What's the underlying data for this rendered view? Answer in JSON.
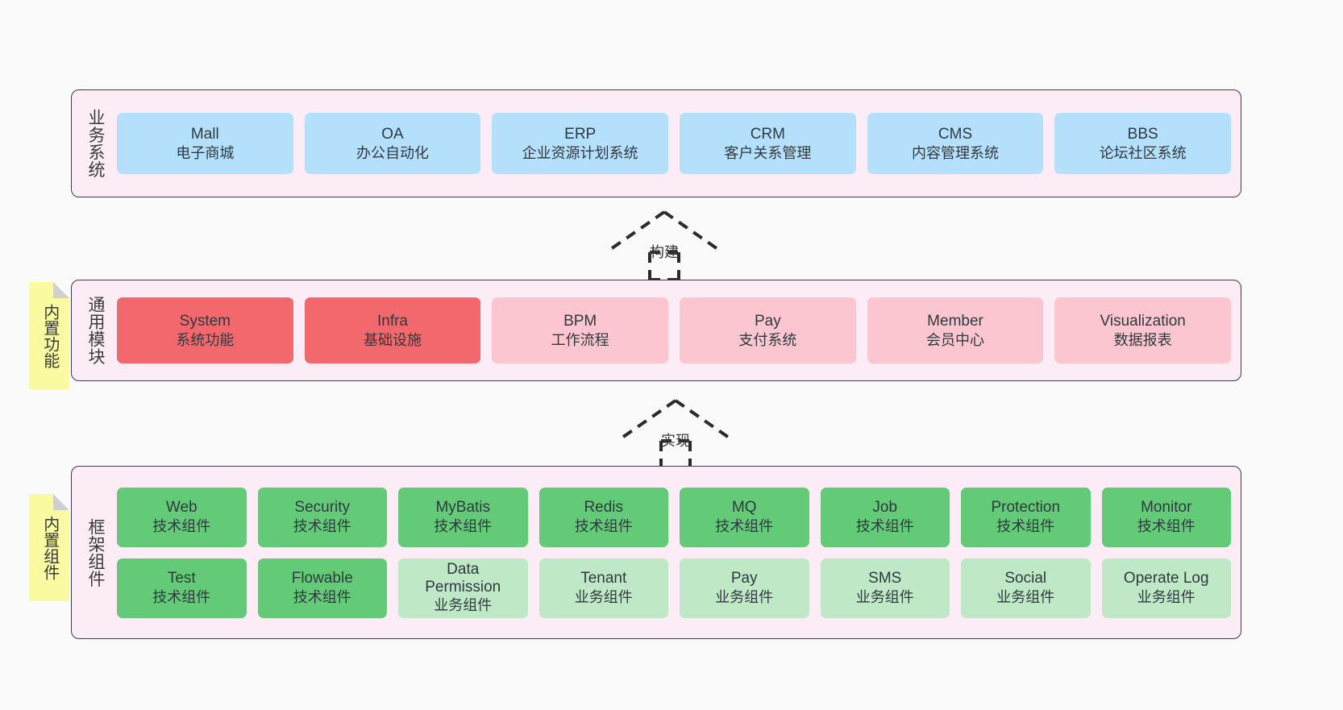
{
  "diagram": {
    "background_color": "#fafafa",
    "layer_fill": "#fbecf6",
    "layer_border": "#3b3b4a",
    "note_fill": "#fafaa0",
    "note_fold": "#cfcfcf"
  },
  "layers": [
    {
      "id": "business",
      "title": "业务系统",
      "note": null,
      "rows": [
        {
          "nodes": [
            {
              "title": "Mall",
              "sub": "电子商城",
              "color": "#b5e0fb",
              "style": "blue"
            },
            {
              "title": "OA",
              "sub": "办公自动化",
              "color": "#b5e0fb",
              "style": "blue"
            },
            {
              "title": "ERP",
              "sub": "企业资源计划系统",
              "color": "#b5e0fb",
              "style": "blue"
            },
            {
              "title": "CRM",
              "sub": "客户关系管理",
              "color": "#b5e0fb",
              "style": "blue"
            },
            {
              "title": "CMS",
              "sub": "内容管理系统",
              "color": "#b5e0fb",
              "style": "blue"
            },
            {
              "title": "BBS",
              "sub": "论坛社区系统",
              "color": "#b5e0fb",
              "style": "blue"
            }
          ]
        }
      ]
    },
    {
      "id": "common-modules",
      "title": "通用模块",
      "note": "内置功能",
      "rows": [
        {
          "nodes": [
            {
              "title": "System",
              "sub": "系统功能",
              "color": "#f2686c",
              "style": "red"
            },
            {
              "title": "Infra",
              "sub": "基础设施",
              "color": "#f2686c",
              "style": "red"
            },
            {
              "title": "BPM",
              "sub": "工作流程",
              "color": "#fbc6cf",
              "style": "pink"
            },
            {
              "title": "Pay",
              "sub": "支付系统",
              "color": "#fbc6cf",
              "style": "pink"
            },
            {
              "title": "Member",
              "sub": "会员中心",
              "color": "#fbc6cf",
              "style": "pink"
            },
            {
              "title": "Visualization",
              "sub": "数据报表",
              "color": "#fbc6cf",
              "style": "pink"
            }
          ]
        }
      ]
    },
    {
      "id": "framework-components",
      "title": "框架组件",
      "note": "内置组件",
      "rows": [
        {
          "nodes": [
            {
              "title": "Web",
              "sub": "技术组件",
              "color": "#63cb78",
              "style": "green"
            },
            {
              "title": "Security",
              "sub": "技术组件",
              "color": "#63cb78",
              "style": "green"
            },
            {
              "title": "MyBatis",
              "sub": "技术组件",
              "color": "#63cb78",
              "style": "green"
            },
            {
              "title": "Redis",
              "sub": "技术组件",
              "color": "#63cb78",
              "style": "green"
            },
            {
              "title": "MQ",
              "sub": "技术组件",
              "color": "#63cb78",
              "style": "green"
            },
            {
              "title": "Job",
              "sub": "技术组件",
              "color": "#63cb78",
              "style": "green"
            },
            {
              "title": "Protection",
              "sub": "技术组件",
              "color": "#63cb78",
              "style": "green"
            },
            {
              "title": "Monitor",
              "sub": "技术组件",
              "color": "#63cb78",
              "style": "green"
            }
          ]
        },
        {
          "nodes": [
            {
              "title": "Test",
              "sub": "技术组件",
              "color": "#63cb78",
              "style": "green"
            },
            {
              "title": "Flowable",
              "sub": "技术组件",
              "color": "#63cb78",
              "style": "green"
            },
            {
              "title": "Data Permission",
              "sub": "业务组件",
              "color": "#bfe8c6",
              "style": "lightgreen"
            },
            {
              "title": "Tenant",
              "sub": "业务组件",
              "color": "#bfe8c6",
              "style": "lightgreen"
            },
            {
              "title": "Pay",
              "sub": "业务组件",
              "color": "#bfe8c6",
              "style": "lightgreen"
            },
            {
              "title": "SMS",
              "sub": "业务组件",
              "color": "#bfe8c6",
              "style": "lightgreen"
            },
            {
              "title": "Social",
              "sub": "业务组件",
              "color": "#bfe8c6",
              "style": "lightgreen"
            },
            {
              "title": "Operate Log",
              "sub": "业务组件",
              "color": "#bfe8c6",
              "style": "lightgreen"
            }
          ]
        }
      ]
    }
  ],
  "connectors": [
    {
      "id": "build",
      "label": "构建",
      "from": "common-modules",
      "to": "business"
    },
    {
      "id": "implement",
      "label": "实现",
      "from": "framework-components",
      "to": "common-modules"
    }
  ]
}
